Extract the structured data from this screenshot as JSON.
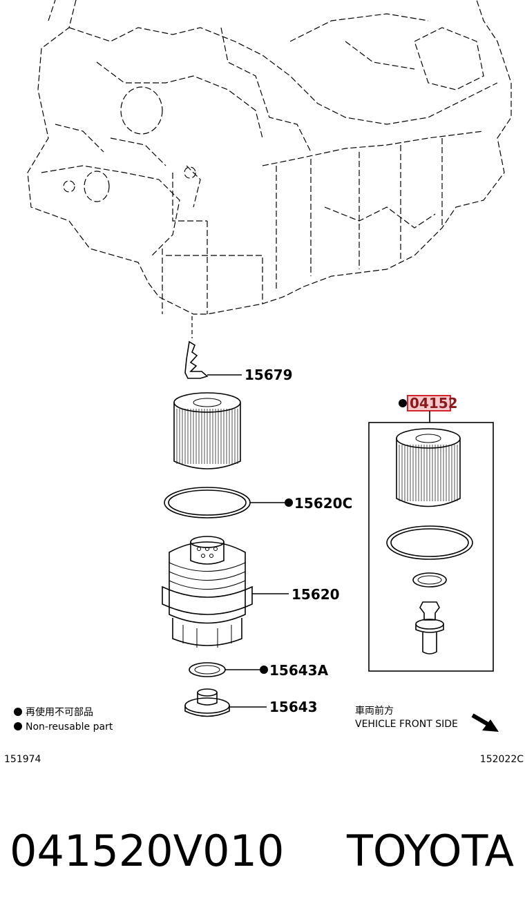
{
  "parts": {
    "oil_level_gauge": "15679",
    "gasket_o_ring": "15620C",
    "filter_cap": "15620",
    "drain_gasket": "15643A",
    "drain_plug": "15643",
    "filter_kit": "04152"
  },
  "legend": {
    "line_jp": "再使用不可部品",
    "line_en": "Non-reusable part"
  },
  "direction": {
    "line_jp": "車両前方",
    "line_en": "VEHICLE FRONT SIDE"
  },
  "diagram_codes": {
    "left": "151974",
    "right": "152022C"
  },
  "caption": {
    "part_number": "041520V010",
    "brand": "TOYOTA"
  },
  "colors": {
    "highlight": "#d2232a",
    "highlight_fill": "#f6c9cb",
    "ink": "#000000"
  }
}
